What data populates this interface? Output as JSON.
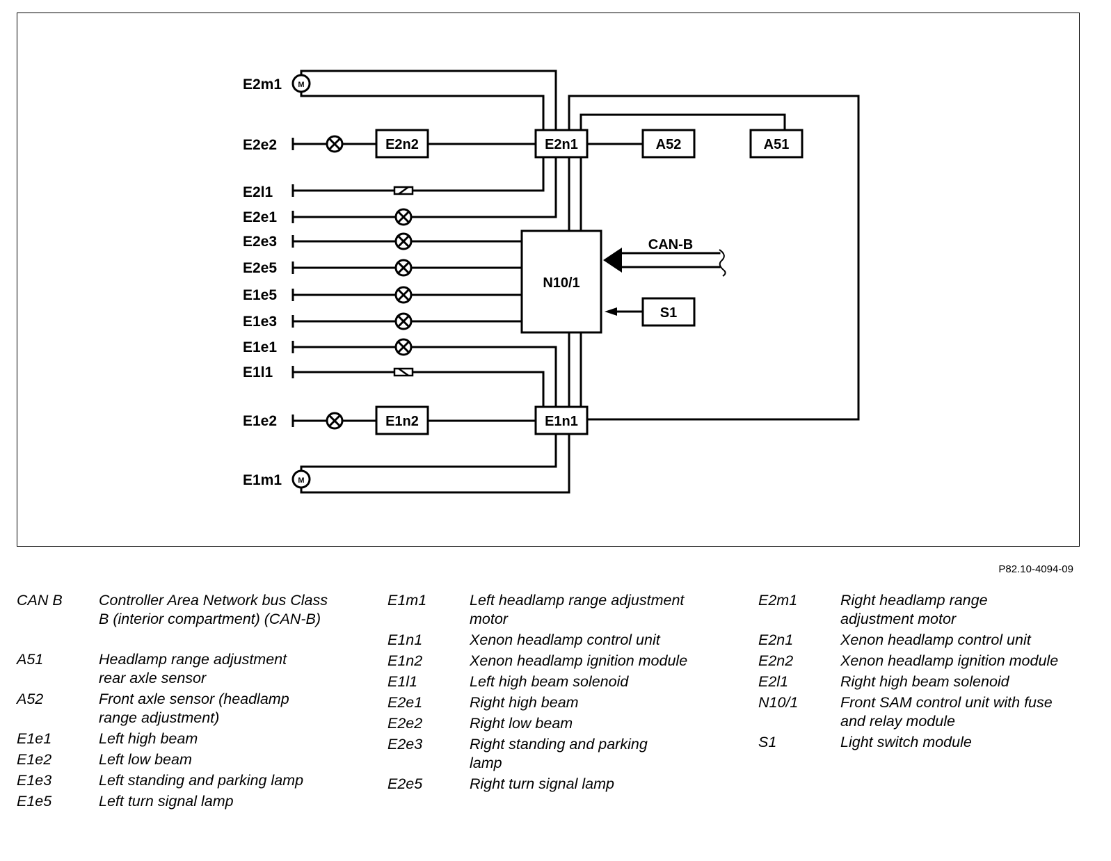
{
  "diagram": {
    "components": {
      "e2m1": "E2m1",
      "e2e2": "E2e2",
      "e2l1": "E2l1",
      "e2e1": "E2e1",
      "e2e3": "E2e3",
      "e2e5": "E2e5",
      "e1e5": "E1e5",
      "e1e3": "E1e3",
      "e1e1": "E1e1",
      "e1l1": "E1l1",
      "e1e2": "E1e2",
      "e1m1": "E1m1",
      "e2n2": "E2n2",
      "e2n1": "E2n1",
      "a52": "A52",
      "a51": "A51",
      "n101": "N10/1",
      "can_b": "CAN-B",
      "s1": "S1",
      "e1n2": "E1n2",
      "e1n1": "E1n1",
      "motor_symbol": "M"
    },
    "reference": "P82.10-4094-09"
  },
  "legend": {
    "columns": [
      [
        {
          "code": "CAN B",
          "desc": "Controller Area Network bus Class B (interior compartment) (CAN-B)"
        },
        {
          "code": "A51",
          "desc": "Headlamp range adjustment rear axle sensor"
        },
        {
          "code": "A52",
          "desc": "Front axle sensor (headlamp range adjustment)"
        },
        {
          "code": "E1e1",
          "desc": "Left high beam"
        },
        {
          "code": "E1e2",
          "desc": "Left low beam"
        },
        {
          "code": "E1e3",
          "desc": "Left standing and parking lamp"
        },
        {
          "code": "E1e5",
          "desc": "Left turn signal lamp"
        }
      ],
      [
        {
          "code": "E1m1",
          "desc": "Left headlamp range adjustment motor"
        },
        {
          "code": "E1n1",
          "desc": "Xenon headlamp control unit"
        },
        {
          "code": "E1n2",
          "desc": "Xenon headlamp ignition module"
        },
        {
          "code": "E1l1",
          "desc": "Left high beam solenoid"
        },
        {
          "code": "E2e1",
          "desc": "Right high beam"
        },
        {
          "code": "E2e2",
          "desc": "Right low beam"
        },
        {
          "code": "E2e3",
          "desc": "Right standing and parking lamp"
        },
        {
          "code": "E2e5",
          "desc": "Right turn signal lamp"
        }
      ],
      [
        {
          "code": "E2m1",
          "desc": "Right headlamp range adjustment motor"
        },
        {
          "code": "E2n1",
          "desc": "Xenon headlamp control unit"
        },
        {
          "code": "E2n2",
          "desc": "Xenon headlamp ignition module"
        },
        {
          "code": "E2l1",
          "desc": "Right high beam solenoid"
        },
        {
          "code": "N10/1",
          "desc": "Front SAM control unit with fuse and relay module"
        },
        {
          "code": "S1",
          "desc": "Light switch module"
        }
      ]
    ]
  }
}
